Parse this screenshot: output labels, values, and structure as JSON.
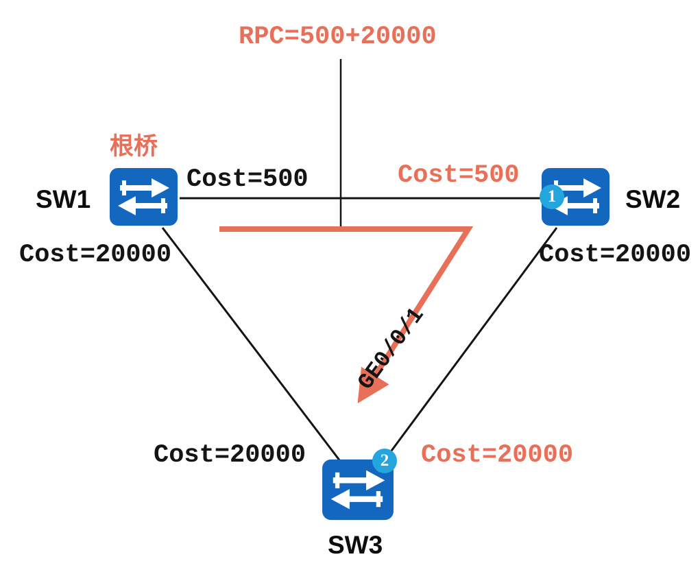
{
  "diagram": {
    "rpc_label": "RPC=500+20000",
    "root_bridge_label": "根桥",
    "port_label": "GE0/0/1",
    "nodes": {
      "sw1": {
        "label": "SW1"
      },
      "sw2": {
        "label": "SW2"
      },
      "sw3": {
        "label": "SW3"
      }
    },
    "badges": {
      "one": "1",
      "two": "2"
    },
    "costs": {
      "top_left": "Cost=500",
      "top_right": "Cost=500",
      "left_upper": "Cost=20000",
      "right_upper": "Cost=20000",
      "bottom_left": "Cost=20000",
      "bottom_right": "Cost=20000"
    },
    "colors": {
      "accent": "#E87059",
      "switch_blue": "#1467BE",
      "badge_blue": "#25A5DE",
      "line": "#141414"
    }
  }
}
